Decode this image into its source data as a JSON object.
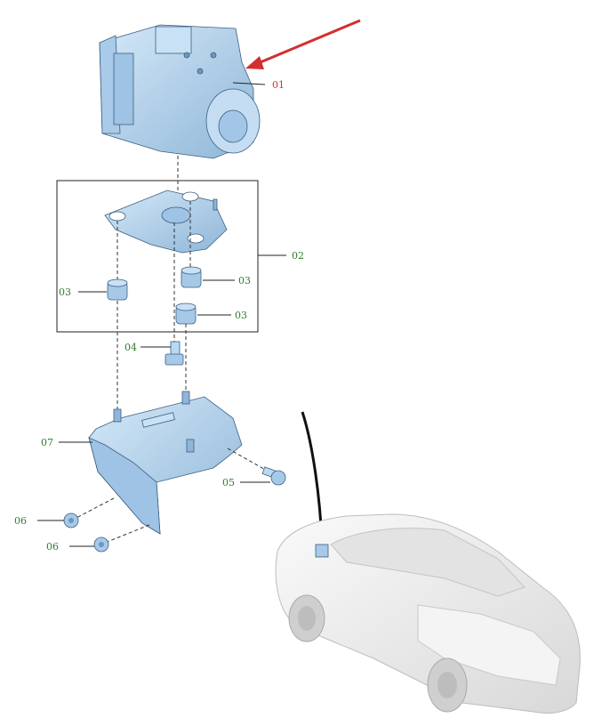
{
  "callouts": {
    "c01": "01",
    "c02": "02",
    "c03a": "03",
    "c03b": "03",
    "c03c": "03",
    "c04": "04",
    "c05": "05",
    "c06a": "06",
    "c06b": "06",
    "c07": "07"
  },
  "colors": {
    "part_fill": "#b9d8f2",
    "part_shade": "#8fb6d8",
    "part_dark": "#6f96bb",
    "leader": "#222222",
    "callout_text": "#2e7d2e",
    "highlight": "#d32f2f",
    "vehicle": "#eeeeee"
  }
}
